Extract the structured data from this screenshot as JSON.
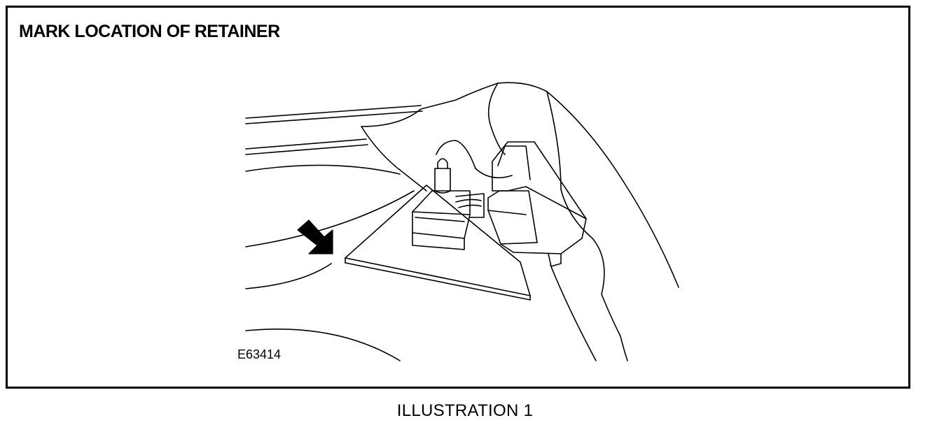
{
  "diagram": {
    "title": "MARK LOCATION OF RETAINER",
    "figure_id": "E63414",
    "caption": "ILLUSTRATION 1",
    "parts": [
      {
        "name": "retainer-peg"
      },
      {
        "name": "retainer-base-block"
      },
      {
        "name": "connector-housing"
      },
      {
        "name": "mounting-plate"
      },
      {
        "name": "cover-flap"
      },
      {
        "name": "location-arrow"
      }
    ],
    "colors": {
      "line": "#000000",
      "background": "#ffffff"
    }
  }
}
